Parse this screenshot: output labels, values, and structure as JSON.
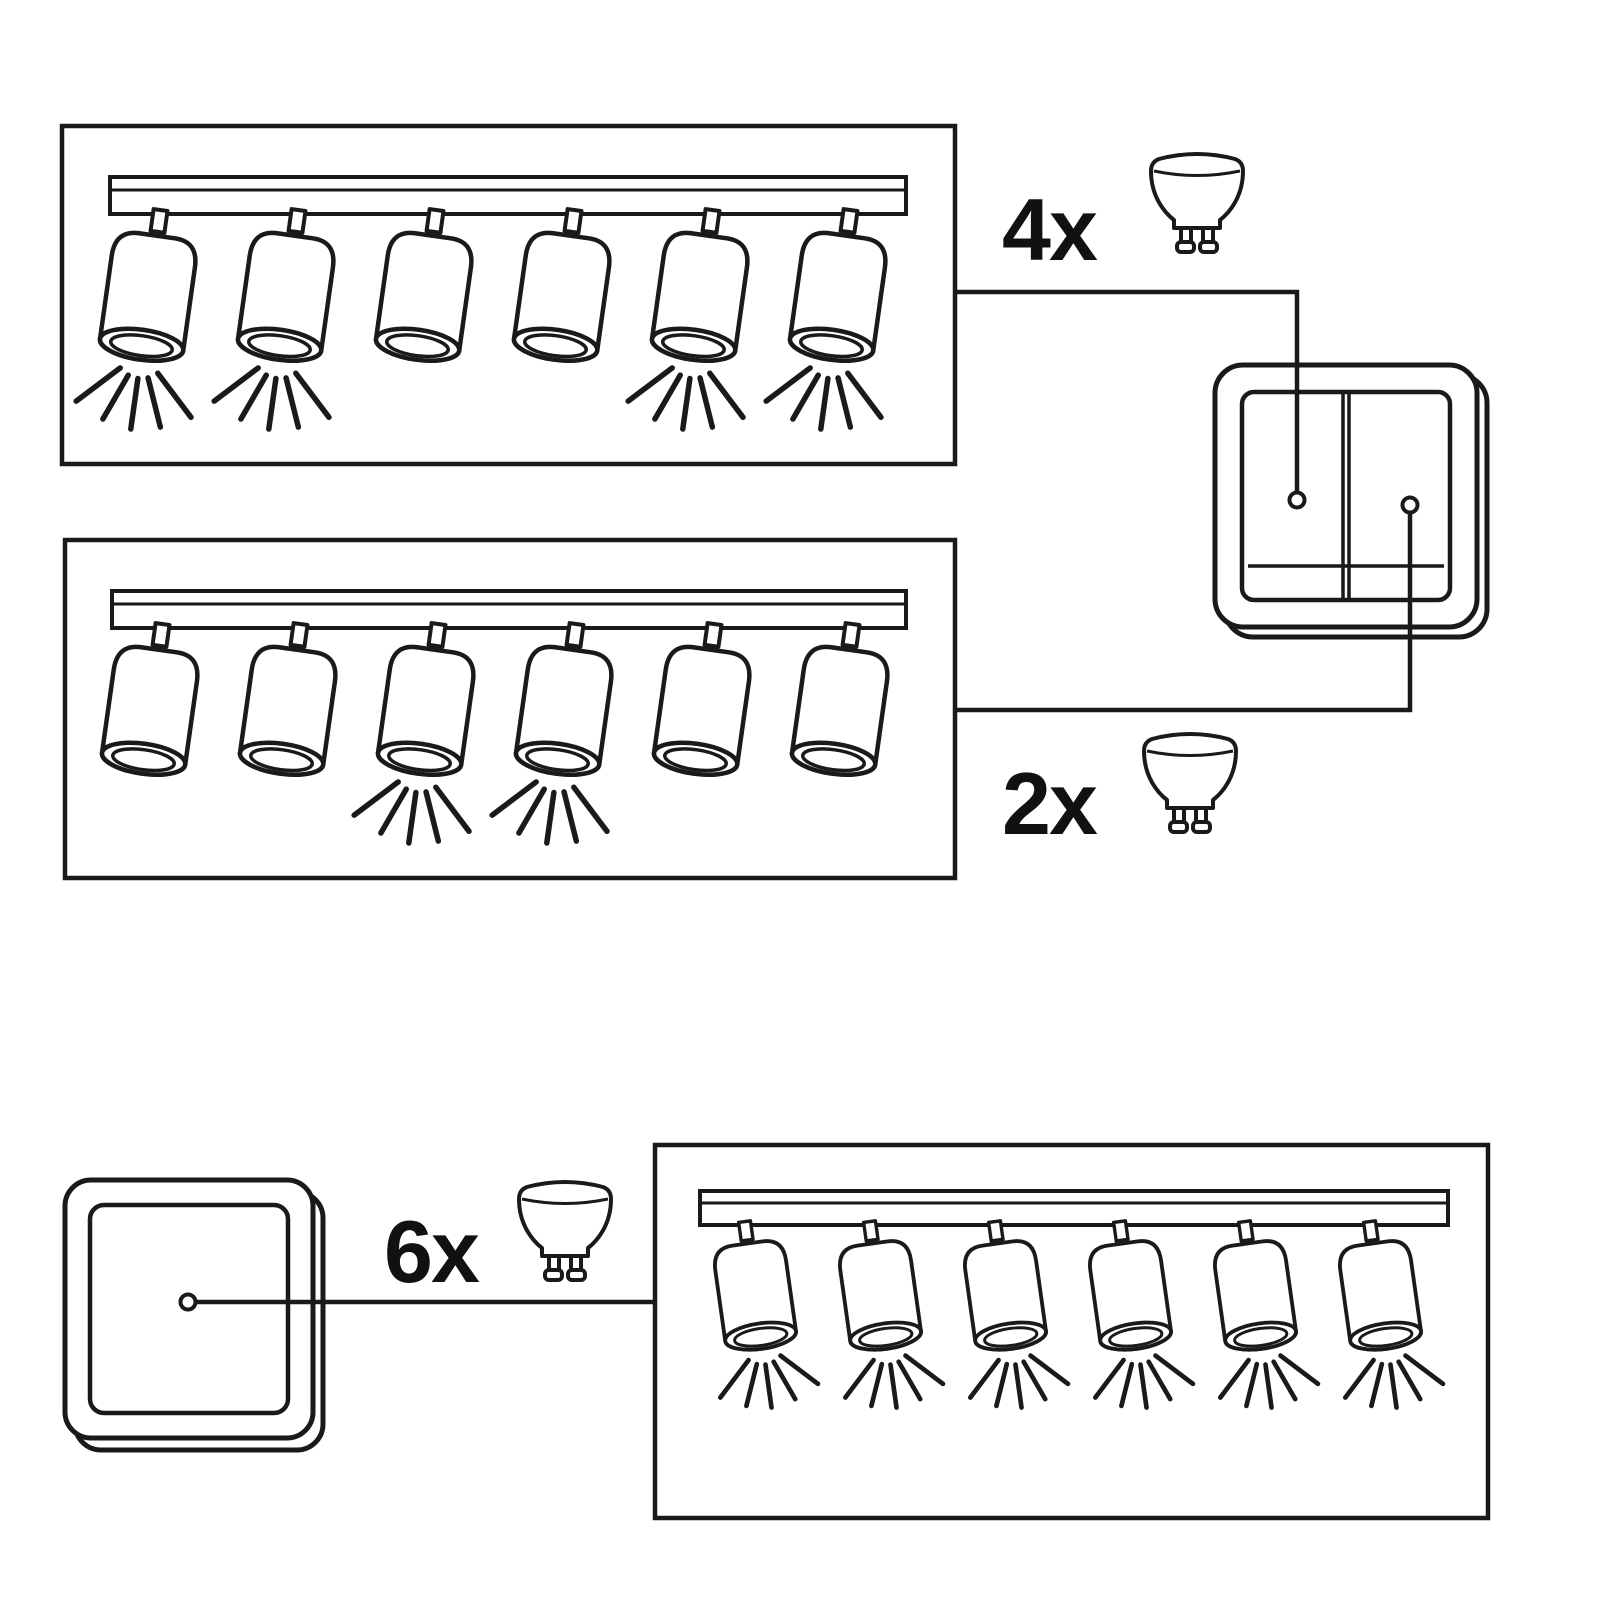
{
  "labels": {
    "group_a_count": "4x",
    "group_b_count": "2x",
    "group_c_count": "6x"
  },
  "icons": {
    "bulb": "gu10-bulb-icon",
    "double_switch": "two-gang-rocker-switch-icon",
    "single_switch": "one-gang-rocker-switch-icon",
    "spotlight": "ceiling-spotlight-icon",
    "rays": "light-rays-icon"
  },
  "colors": {
    "line": "#1a1a1a",
    "background": "#ffffff"
  },
  "diagram_data": {
    "type": "wiring-diagram",
    "groups": [
      {
        "label": "4x",
        "fixture": "top-panel",
        "spots_total": 6,
        "spots_lit": [
          1,
          2,
          5,
          6
        ],
        "switch": "double-switch-left-rocker"
      },
      {
        "label": "2x",
        "fixture": "middle-panel",
        "spots_total": 6,
        "spots_lit": [
          3,
          4
        ],
        "switch": "double-switch-right-rocker"
      },
      {
        "label": "6x",
        "fixture": "bottom-panel",
        "spots_total": 6,
        "spots_lit": [
          1,
          2,
          3,
          4,
          5,
          6
        ],
        "switch": "single-switch"
      }
    ]
  }
}
